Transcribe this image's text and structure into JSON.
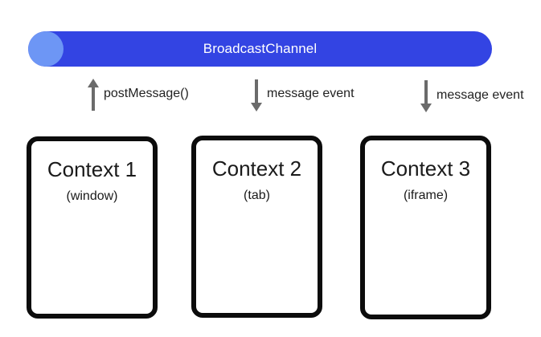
{
  "channel": {
    "label": "BroadcastChannel",
    "colors": {
      "bar": "#3344e3",
      "cap": "#6d96f5"
    }
  },
  "arrows": [
    {
      "direction": "up",
      "label": "postMessage()"
    },
    {
      "direction": "down",
      "label": "message event"
    },
    {
      "direction": "down",
      "label": "message event"
    }
  ],
  "contexts": [
    {
      "title": "Context 1",
      "subtitle": "(window)"
    },
    {
      "title": "Context 2",
      "subtitle": "(tab)"
    },
    {
      "title": "Context 3",
      "subtitle": "(iframe)"
    }
  ],
  "colors": {
    "arrow": "#6b6b6b",
    "box_border": "#0c0c0c"
  }
}
